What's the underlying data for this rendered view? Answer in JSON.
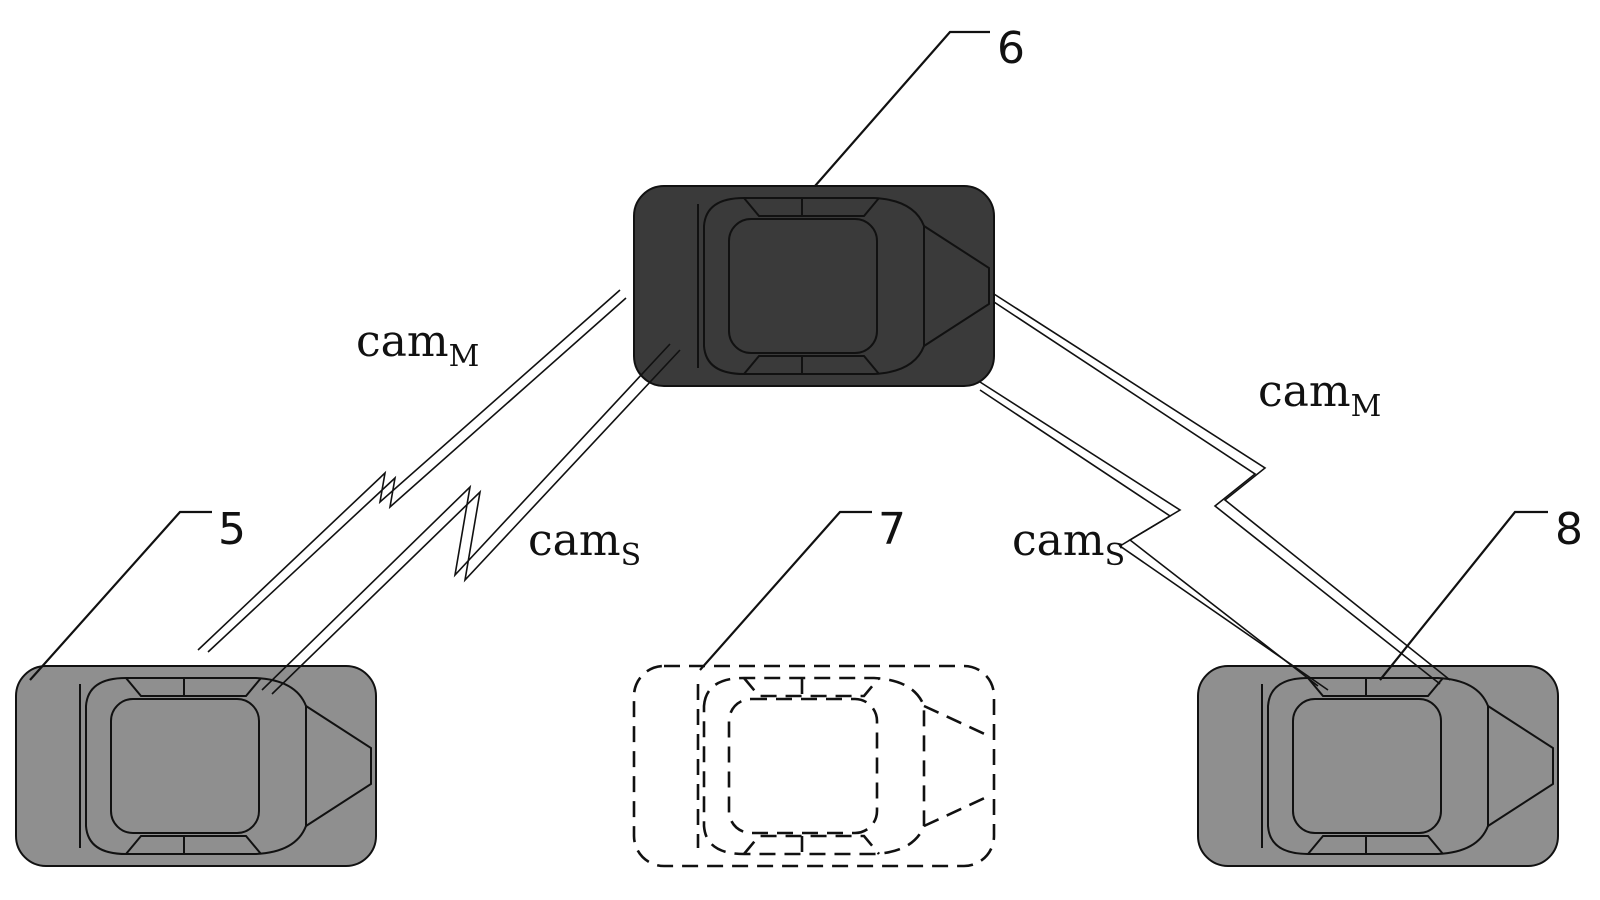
{
  "vehicles": [
    {
      "id": "vehicle-5",
      "ref": "5",
      "style": "gray",
      "fill": "#8f8f8f"
    },
    {
      "id": "vehicle-6",
      "ref": "6",
      "style": "dark",
      "fill": "#3a3a3a"
    },
    {
      "id": "vehicle-7",
      "ref": "7",
      "style": "dashed",
      "fill": "#ffffff"
    },
    {
      "id": "vehicle-8",
      "ref": "8",
      "style": "gray",
      "fill": "#8f8f8f"
    }
  ],
  "links": {
    "left_main": {
      "base": "cam",
      "sub": "M"
    },
    "left_side": {
      "base": "cam",
      "sub": "S"
    },
    "right_main": {
      "base": "cam",
      "sub": "M"
    },
    "right_side": {
      "base": "cam",
      "sub": "S"
    }
  },
  "colors": {
    "line": "#111111",
    "dark_car": "#3a3a3a",
    "gray_car": "#8f8f8f",
    "background": "#ffffff"
  }
}
